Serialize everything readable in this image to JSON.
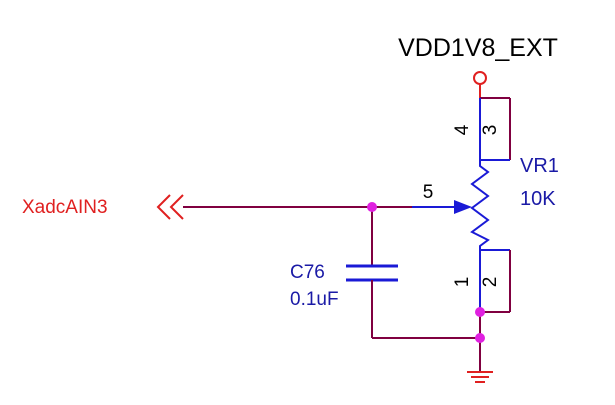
{
  "power_rail": {
    "label": "VDD1V8_EXT"
  },
  "port": {
    "label": "XadcAIN3"
  },
  "potentiometer": {
    "designator": "VR1",
    "value": "10K",
    "pins": {
      "wiper": "5",
      "top_a": "4",
      "top_b": "3",
      "bottom_a": "1",
      "bottom_b": "2"
    }
  },
  "capacitor": {
    "designator": "C76",
    "value": "0.1uF"
  },
  "colors": {
    "wire": "#800040",
    "pin": "#1a1ad6",
    "power": "#e02020",
    "junction": "#e020e0",
    "label_dark": "#000000",
    "label_blue": "#1a1aa6"
  }
}
